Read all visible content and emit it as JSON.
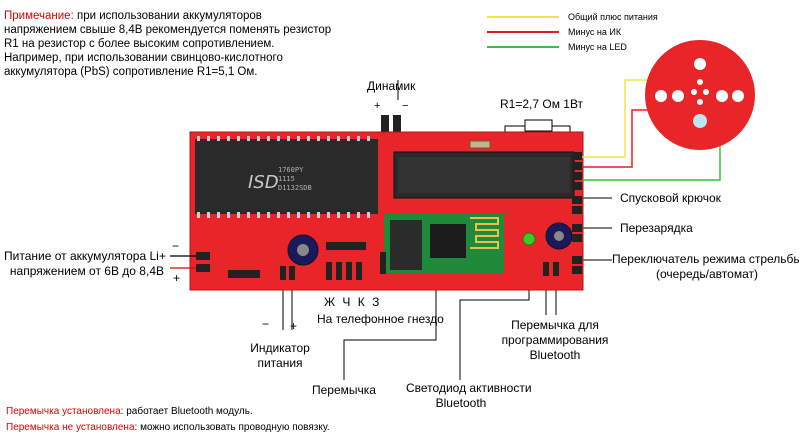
{
  "note": {
    "prefix": "Примечание:",
    "text": " при использовании аккумуляторов напряжением свыше 8,4В рекомендуется поменять резистор R1 на резистор с более высоким сопротивлением. Например, при использовании свинцово-кислотного аккумулятора (PbS) сопротивление R1=5,1 Ом."
  },
  "legend": [
    {
      "label": "Общий плюс питания",
      "color": "#f2e34a"
    },
    {
      "label": "Минус на ИК",
      "color": "#e02020"
    },
    {
      "label": "Минус на LED",
      "color": "#39c03a"
    }
  ],
  "labels": {
    "speaker": "Динамик",
    "speaker_plus": "+",
    "speaker_minus": "−",
    "resistor": "R1=2,7 Ом 1Вт",
    "trigger": "Спусковой крючок",
    "reload": "Перезарядка",
    "fire_mode_1": "Переключатель режима стрельбы",
    "fire_mode_2": "(очередь/автомат)",
    "power_1": "Питание от аккумулятора Li",
    "power_2": "напряжением от 6В до 8,4В",
    "power_minus": "−",
    "power_plus": "+",
    "power_plus2": "+",
    "jack_letters": "Ж Ч К З",
    "jack": "На телефонное гнездо",
    "ind_minus": "−",
    "ind_plus": "+",
    "indicator_1": "Индикатор",
    "indicator_2": "питания",
    "jumper": "Перемычка",
    "led_1": "Светодиод активности",
    "led_2": "Bluetooth",
    "prog_1": "Перемычка для",
    "prog_2": "программирования",
    "prog_3": "Bluetooth",
    "chip_text": "ISD",
    "chip_code1": "1760PY",
    "chip_code2": "1115",
    "chip_code3": "D1132SDB"
  },
  "footer": {
    "line1_red": "Перемычка установлена",
    "line1_text": ": работает Bluetooth модуль.",
    "line2_red": "Перемычка не установлена",
    "line2_text": ": можно использовать проводную повязку."
  },
  "colors": {
    "pcb": "#e8262a",
    "accent_red": "#e00000",
    "wire_yellow": "#f2e34a",
    "wire_red": "#e02020",
    "wire_green": "#39c03a",
    "led_green": "#3acb2a"
  }
}
